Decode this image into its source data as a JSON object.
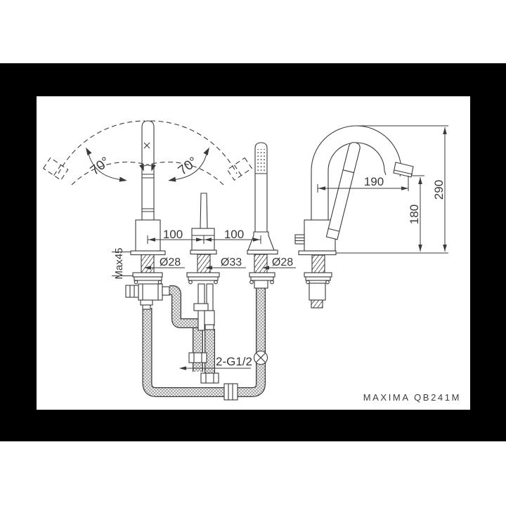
{
  "page": {
    "background": "#ffffff",
    "frame_color": "#000000",
    "panel_background": "#ffffff",
    "line_color": "#3a3a3a"
  },
  "drawing": {
    "brand_model": "MAXIMA QB241M",
    "front_view": {
      "rotation_left": "70°",
      "rotation_right": "70°",
      "spacing_left": "100",
      "spacing_right": "100",
      "spout_shank_diameter": "Ø28",
      "valve_shank_diameter": "Ø33",
      "holder_shank_diameter": "Ø28",
      "max_deck_thickness": "Max45",
      "supply_connection": "2-G1/2"
    },
    "side_view": {
      "spout_reach": "190",
      "outlet_height": "180",
      "total_height": "290"
    }
  }
}
